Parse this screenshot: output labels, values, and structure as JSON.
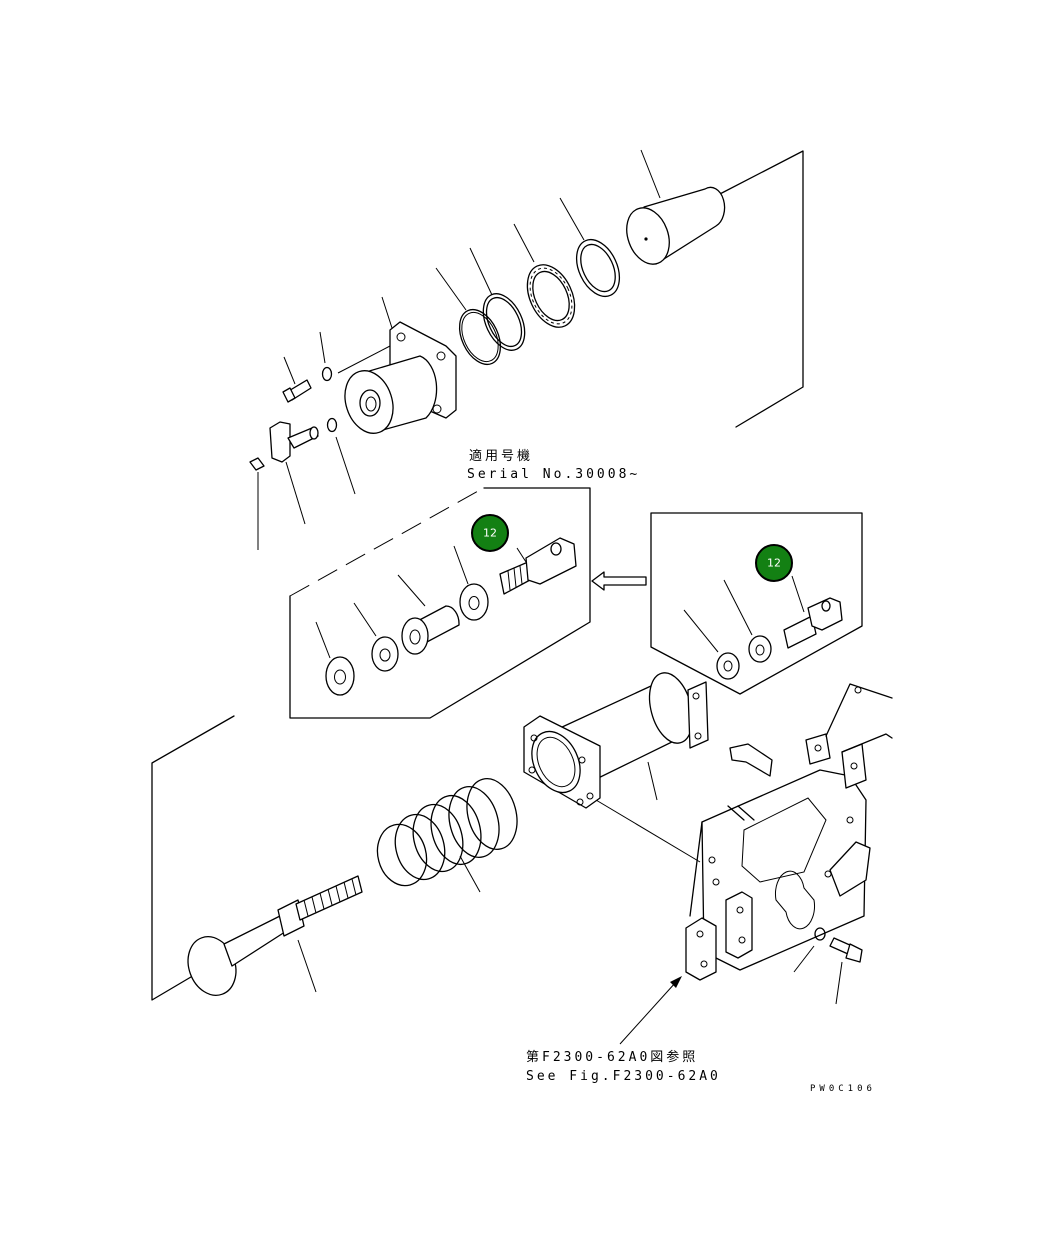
{
  "labels": {
    "serial_jp": "適用号機",
    "serial_en": "Serial No.30008~",
    "see_fig_jp": "第F2300-62A0図参照",
    "see_fig_en": "See Fig.F2300-62A0",
    "figure_code": "PW0C106"
  },
  "callouts": [
    {
      "number": "12",
      "location": "main-inset"
    },
    {
      "number": "12",
      "location": "side-inset"
    }
  ],
  "colors": {
    "callout_fill": "#138013",
    "line": "#000000",
    "background": "#ffffff"
  }
}
